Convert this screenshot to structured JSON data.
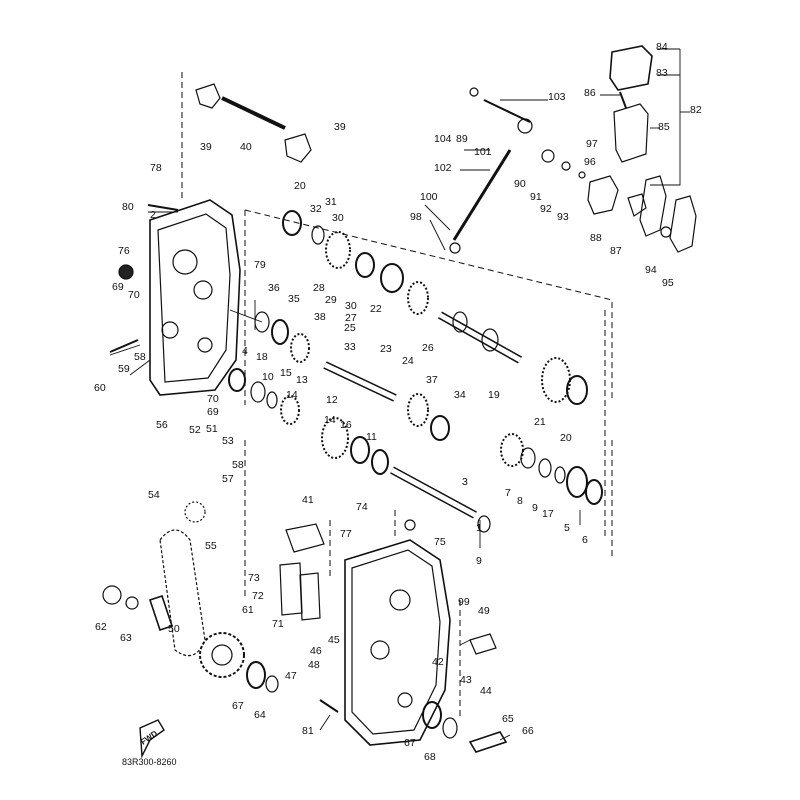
{
  "diagram": {
    "catalog_code": "83R300-8260",
    "front_arrow_text": "FWD",
    "labels": [
      "84",
      "83",
      "82",
      "103",
      "86",
      "85",
      "104",
      "89",
      "97",
      "101",
      "96",
      "102",
      "90",
      "91",
      "92",
      "93",
      "88",
      "87",
      "94",
      "95",
      "100",
      "98",
      "39",
      "40",
      "39",
      "78",
      "20",
      "31",
      "32",
      "30",
      "80",
      "2",
      "76",
      "79",
      "28",
      "29",
      "30",
      "36",
      "35",
      "27",
      "25",
      "22",
      "69",
      "70",
      "38",
      "33",
      "23",
      "26",
      "24",
      "19",
      "58",
      "59",
      "60",
      "4",
      "18",
      "10",
      "15",
      "13",
      "37",
      "34",
      "21",
      "20",
      "70",
      "69",
      "14",
      "12",
      "14",
      "16",
      "11",
      "52",
      "51",
      "56",
      "53",
      "58",
      "57",
      "54",
      "55",
      "41",
      "74",
      "77",
      "75",
      "3",
      "1",
      "9",
      "7",
      "8",
      "9",
      "17",
      "5",
      "6",
      "73",
      "72",
      "61",
      "71",
      "99",
      "49",
      "62",
      "63",
      "50",
      "45",
      "46",
      "48",
      "47",
      "42",
      "43",
      "44",
      "67",
      "64",
      "81",
      "67",
      "68",
      "65",
      "66"
    ]
  }
}
